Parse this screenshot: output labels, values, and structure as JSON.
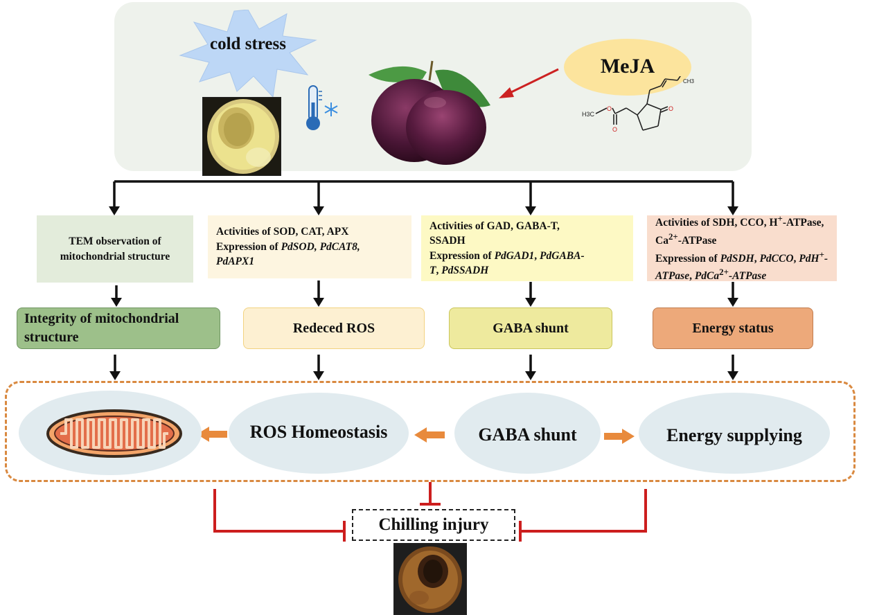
{
  "top": {
    "cold_stress": "cold stress",
    "meja": "MeJA",
    "molecule_labels": {
      "h3c": "H3C",
      "o": "O",
      "ch3": "CH3"
    }
  },
  "pathways": {
    "tem": {
      "line1": "TEM  observation of",
      "line2": "mitochondrial structure"
    },
    "ros": {
      "activities": "Activities of  SOD, CAT,  APX",
      "expression_prefix": "Expression of ",
      "genes_line1": "PdSOD, PdCAT8,",
      "genes_line2": "PdAPX1"
    },
    "gaba": {
      "activities_line1": "Activities of GAD, GABA-T,",
      "activities_line2": "SSADH",
      "expression_prefix": "Expression of ",
      "gene1": "PdGAD1",
      "gene2": "PdGABA-",
      "gene2_cont": "T",
      "gene3": "PdSSADH"
    },
    "energy": {
      "activities_a": "Activities of SDH, CCO, H",
      "activities_b": "-ATPase,",
      "activities_c": "Ca",
      "activities_d": "-ATPase",
      "expression_prefix": "Expression of ",
      "gene_a": "PdSDH",
      "gene_b": "PdCCO",
      "gene_c1": "PdH",
      "gene_c2": "-",
      "gene_c3": "ATPase",
      "gene_d1": "PdCa",
      "gene_d2": "-ATPase",
      "sup_plus": "+",
      "sup_2plus": "2+"
    }
  },
  "results": {
    "integrity_line1": "Integrity of mitochondrial",
    "integrity_line2": "structure",
    "ros": "Redeced ROS",
    "gaba": "GABA shunt",
    "energy": "Energy status"
  },
  "mechanism": {
    "ros_homeostasis": "ROS Homeostasis",
    "gaba_shunt": "GABA shunt",
    "energy_supplying": "Energy supplying"
  },
  "outcome": {
    "chilling_injury": "Chilling injury"
  },
  "colors": {
    "arrow_black": "#111111",
    "arrow_orange": "#e88a3c",
    "inhibit_red": "#cc1e1e",
    "meja_arrow": "#cc2222",
    "dash_orange": "#d98940"
  }
}
